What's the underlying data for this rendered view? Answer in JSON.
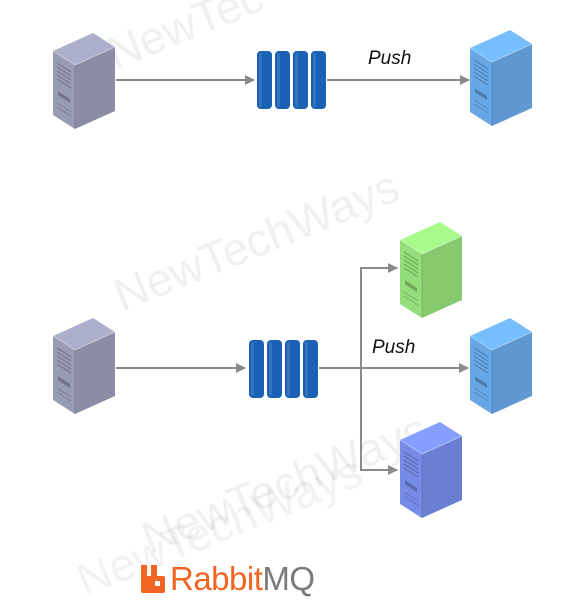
{
  "watermarks": [
    "NewTec",
    "NewTechWays",
    "NewTechWays",
    "NewTechWays"
  ],
  "top_flow": {
    "push_label": "Push"
  },
  "bottom_flow": {
    "push_label": "Push"
  },
  "logo": {
    "rabbit_text": "Rabbit",
    "mq_text": "MQ"
  },
  "colors": {
    "producer": "#8a8da4",
    "consumer_blue": "#5f98d0",
    "consumer_green": "#86c96f",
    "consumer_indigo": "#6a7fd1",
    "queue": "#1a60b4",
    "arrow": "#8a8a8a",
    "brand_orange": "#f26522",
    "brand_gray": "#7a7a7a"
  }
}
